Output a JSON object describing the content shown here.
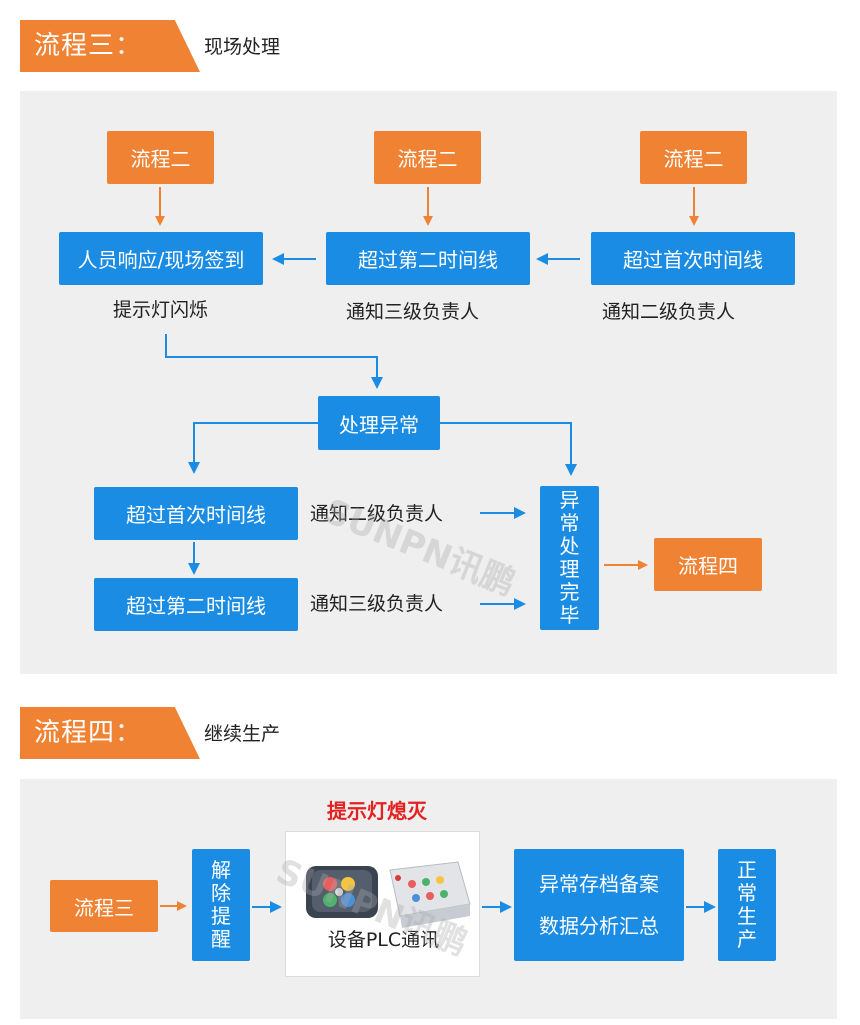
{
  "section3": {
    "tab": "流程三：",
    "subtitle": "现场处理",
    "top_boxes": [
      "流程二",
      "流程二",
      "流程二"
    ],
    "row1": [
      "人员响应/现场签到",
      "超过第二时间线",
      "超过首次时间线"
    ],
    "row1_notes": [
      "提示灯闪烁",
      "通知三级负责人",
      "通知二级负责人"
    ],
    "handle": "处理异常",
    "lower_boxes": [
      "超过首次时间线",
      "超过第二时间线"
    ],
    "lower_notes": [
      "通知二级负责人",
      "通知三级负责人"
    ],
    "done_chars": [
      "异",
      "常",
      "处",
      "理",
      "完",
      "毕"
    ],
    "next": "流程四"
  },
  "section4": {
    "tab": "流程四：",
    "subtitle": "继续生产",
    "start": "流程三",
    "release_chars": [
      "解",
      "除",
      "提",
      "醒"
    ],
    "light_off": "提示灯熄灭",
    "device_caption": "设备PLC通讯",
    "archive_lines": [
      "异常存档备案",
      "数据分析汇总"
    ],
    "normal_chars": [
      "正",
      "常",
      "生",
      "产"
    ]
  },
  "watermark": "SUNPN讯鹏",
  "colors": {
    "orange": "#ef8233",
    "blue": "#1a8ce3",
    "panel": "#efefef",
    "red": "#e32222"
  }
}
